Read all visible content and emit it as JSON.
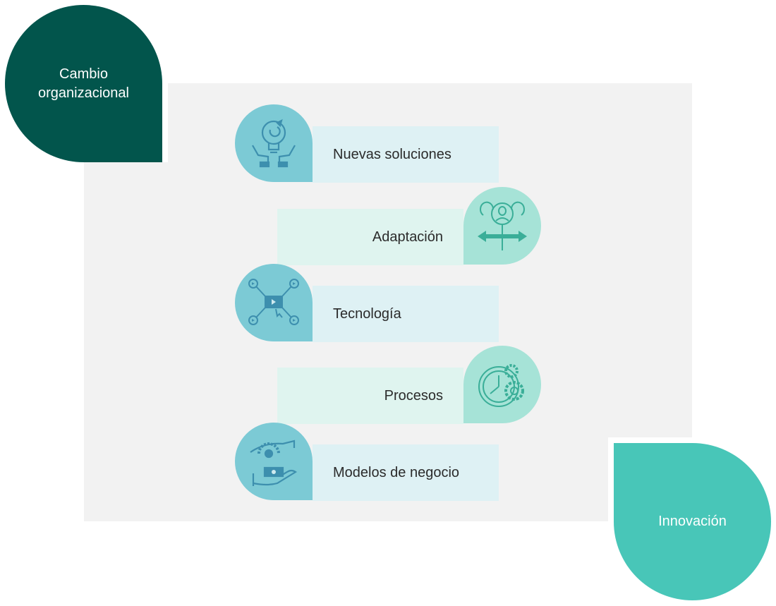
{
  "leaves": {
    "top": "Cambio organizacional",
    "bottom": "Innovación"
  },
  "items": [
    {
      "label": "Nuevas soluciones",
      "icon": "lightbulb-hands-icon"
    },
    {
      "label": "Adaptación",
      "icon": "people-arrows-icon"
    },
    {
      "label": "Tecnología",
      "icon": "network-screen-icon"
    },
    {
      "label": "Procesos",
      "icon": "clock-gears-icon"
    },
    {
      "label": "Modelos de negocio",
      "icon": "handshake-money-icon"
    }
  ],
  "colors": {
    "dark_green": "#02554c",
    "teal": "#48c6b8",
    "blue_icon_bg": "#7ccad5",
    "teal_icon_bg": "#a6e3d7",
    "panel_bg": "#f2f2f2"
  }
}
